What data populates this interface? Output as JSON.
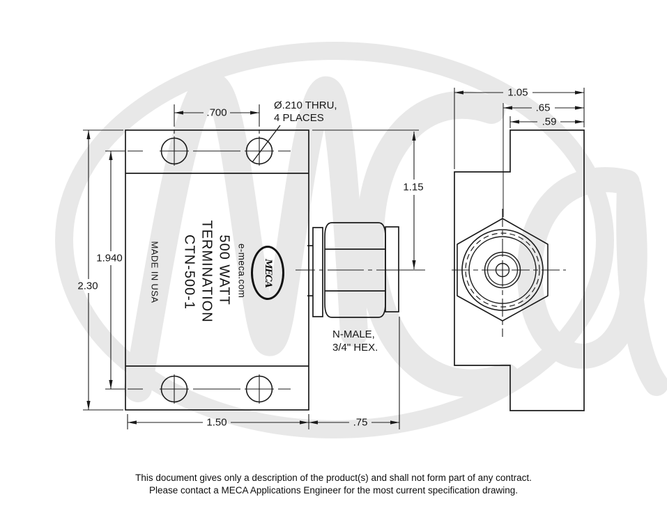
{
  "colors": {
    "background": "#ffffff",
    "line": "#1b1b1b",
    "watermark": "#e8e8e8",
    "text": "#161616"
  },
  "front_view": {
    "title_lines": [
      "500 WATT",
      "TERMINATION",
      "CTN-500-1"
    ],
    "made_in": "MADE IN USA",
    "website": "e-meca.com",
    "logo_text": "MECA",
    "dims": {
      "hole_spacing": ".700",
      "hole_note_line1": "Ø.210 THRU,",
      "hole_note_line2": "4 PLACES",
      "hole_row_spacing": "1.940",
      "body_height": "2.30",
      "body_width": "1.50"
    }
  },
  "connector_view": {
    "label_line1": "N-MALE,",
    "label_line2": "3/4\" HEX.",
    "dims": {
      "connector_length": ".75",
      "center_from_top": "1.15"
    }
  },
  "side_view": {
    "dims": {
      "total_depth": "1.05",
      "center_from_back": ".65",
      "plate_depth": ".59"
    }
  },
  "footer": {
    "line1": "This document gives only a description of the product(s) and shall not form part of any contract.",
    "line2": "Please contact a MECA Applications Engineer for the most current specification drawing."
  }
}
